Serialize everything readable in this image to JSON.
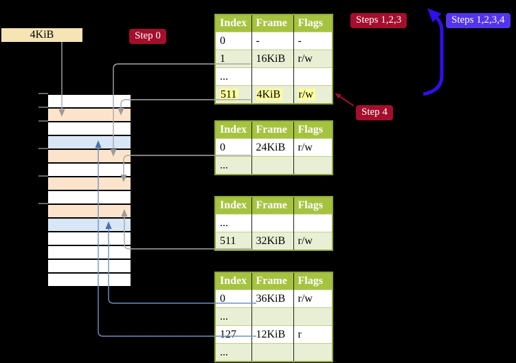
{
  "labels": {
    "page_size_box": "4KiB",
    "step0": "Step 0",
    "steps123": "Steps 1,2,3",
    "steps1234": "Steps 1,2,3,4",
    "step4": "Step 4"
  },
  "colors": {
    "background": "#000000",
    "table_header_bg": "#A6C340",
    "table_row_alt_bg": "#E9EFD5",
    "table_border": "#8FA63B",
    "highlight_yellow": "#FDFF9C",
    "badge_red_bg": "#A50E2D",
    "badge_blue_bg": "#5434EC",
    "strip_peach": "#FCE4CC",
    "strip_blue": "#D8E6F6",
    "wheat_box_bg": "#F6E4B5",
    "arrow_gray": "#A9A9A9",
    "arrow_steelblue": "#7191C1",
    "arrow_bigblue": "#2F10E8",
    "arrow_darkred": "#9B1030"
  },
  "tables": [
    {
      "id": "page-table-1",
      "headers": [
        "Index",
        "Frame",
        "Flags"
      ],
      "rows": [
        {
          "cells": [
            "0",
            "-",
            "-"
          ],
          "highlight": false
        },
        {
          "cells": [
            "1",
            "16KiB",
            "r/w"
          ],
          "highlight": false
        },
        {
          "cells": [
            "...",
            "",
            ""
          ],
          "highlight": false
        },
        {
          "cells": [
            "511",
            "4KiB",
            "r/w"
          ],
          "highlight": true
        }
      ]
    },
    {
      "id": "page-table-2",
      "headers": [
        "Index",
        "Frame",
        "Flags"
      ],
      "rows": [
        {
          "cells": [
            "0",
            "24KiB",
            "r/w"
          ],
          "highlight": false
        },
        {
          "cells": [
            "...",
            "",
            ""
          ],
          "highlight": false
        }
      ]
    },
    {
      "id": "page-table-3",
      "headers": [
        "Index",
        "Frame",
        "Flags"
      ],
      "rows": [
        {
          "cells": [
            "...",
            "",
            ""
          ],
          "highlight": false
        },
        {
          "cells": [
            "511",
            "32KiB",
            "r/w"
          ],
          "highlight": false
        }
      ]
    },
    {
      "id": "page-table-4",
      "headers": [
        "Index",
        "Frame",
        "Flags"
      ],
      "rows": [
        {
          "cells": [
            "0",
            "36KiB",
            "r/w"
          ],
          "highlight": false
        },
        {
          "cells": [
            "...",
            "",
            ""
          ],
          "highlight": false
        },
        {
          "cells": [
            "127",
            "12KiB",
            "r"
          ],
          "highlight": false
        },
        {
          "cells": [
            "...",
            "",
            ""
          ],
          "highlight": false
        }
      ]
    }
  ],
  "memory_strip": {
    "rows": [
      "white",
      "peach",
      "white",
      "blue",
      "peach",
      "white",
      "peach",
      "white",
      "peach",
      "blue",
      "white",
      "white",
      "white",
      "white"
    ]
  },
  "arrows": [
    {
      "name": "arrow-4kib-box-to-peach-row-2",
      "color": "gray"
    },
    {
      "name": "arrow-table1-row1-to-peach-row-5",
      "color": "gray"
    },
    {
      "name": "arrow-table1-row511-to-peach-row-2",
      "color": "gray"
    },
    {
      "name": "arrow-table2-row0-to-peach-row-7",
      "color": "gray"
    },
    {
      "name": "arrow-table3-row511-to-peach-row-9",
      "color": "gray"
    },
    {
      "name": "arrow-table4-row0-to-blue-row-10",
      "color": "steelblue"
    },
    {
      "name": "arrow-table4-row127-to-blue-row-4",
      "color": "steelblue"
    },
    {
      "name": "arrow-loop-steps1234",
      "color": "bigblue"
    },
    {
      "name": "arrow-step4-to-table1-row511",
      "color": "darkred"
    }
  ]
}
